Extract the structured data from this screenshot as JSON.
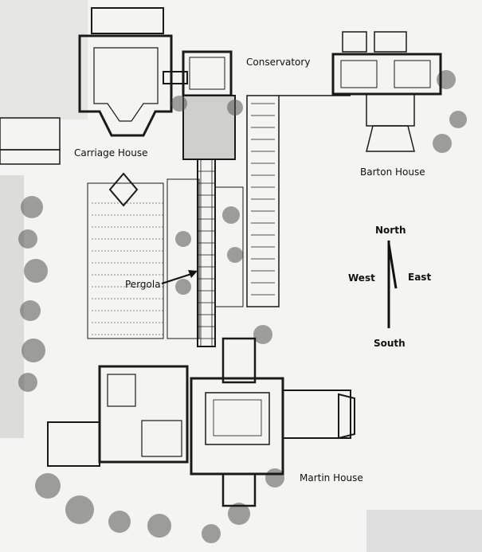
{
  "labels": {
    "conservatory": "Conservatory",
    "carriage_house": "Carriage House",
    "barton_house": "Barton House",
    "pergola": "Pergola",
    "martin_house": "Martin House"
  },
  "compass": {
    "north": "North",
    "south": "South",
    "east": "East",
    "west": "West"
  },
  "colors": {
    "ink": "#1a1a1a",
    "paper": "#f4f4f2",
    "shade": "#c9c9c6",
    "foliage": "#555555"
  }
}
